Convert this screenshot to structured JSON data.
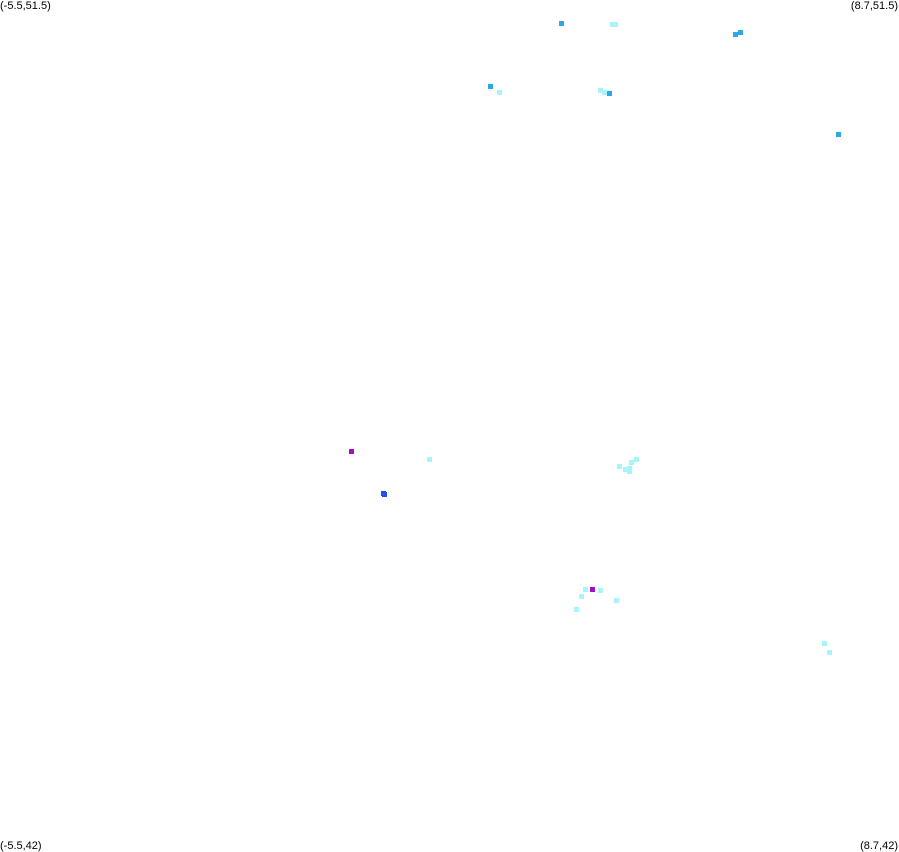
{
  "corners": {
    "top_left": "(-5.5,51.5)",
    "top_right": "(8.7,51.5)",
    "bottom_left": "(-5.5,42)",
    "bottom_right": "(8.7,42)"
  },
  "bounds": {
    "lon_min": -5.5,
    "lon_max": 8.7,
    "lat_min": 42,
    "lat_max": 51.5
  },
  "colors": {
    "light_cyan": "#a8f4fb",
    "sky_blue": "#2aa9ea",
    "royal_blue": "#1f4ff0",
    "purple": "#9b10c8"
  },
  "points": [
    {
      "lon": 3.37,
      "lat": 51.24,
      "color": "sky_blue"
    },
    {
      "lon": 4.17,
      "lat": 51.23,
      "color": "light_cyan"
    },
    {
      "lon": 4.22,
      "lat": 51.23,
      "color": "light_cyan"
    },
    {
      "lon": 6.12,
      "lat": 51.12,
      "color": "sky_blue"
    },
    {
      "lon": 6.19,
      "lat": 51.14,
      "color": "sky_blue"
    },
    {
      "lon": 2.24,
      "lat": 50.53,
      "color": "sky_blue"
    },
    {
      "lon": 2.39,
      "lat": 50.47,
      "color": "light_cyan"
    },
    {
      "lon": 3.98,
      "lat": 50.49,
      "color": "light_cyan"
    },
    {
      "lon": 4.05,
      "lat": 50.47,
      "color": "light_cyan"
    },
    {
      "lon": 4.12,
      "lat": 50.46,
      "color": "sky_blue"
    },
    {
      "lon": 7.75,
      "lat": 50.0,
      "color": "sky_blue"
    },
    {
      "lon": 0.05,
      "lat": 46.47,
      "color": "purple"
    },
    {
      "lon": 1.28,
      "lat": 46.38,
      "color": "light_cyan"
    },
    {
      "lon": 4.28,
      "lat": 46.3,
      "color": "light_cyan"
    },
    {
      "lon": 4.38,
      "lat": 46.27,
      "color": "light_cyan"
    },
    {
      "lon": 4.44,
      "lat": 46.28,
      "color": "light_cyan"
    },
    {
      "lon": 4.48,
      "lat": 46.34,
      "color": "light_cyan"
    },
    {
      "lon": 4.55,
      "lat": 46.38,
      "color": "light_cyan"
    },
    {
      "lon": 4.45,
      "lat": 46.24,
      "color": "light_cyan"
    },
    {
      "lon": 0.55,
      "lat": 46.0,
      "color": "royal_blue"
    },
    {
      "lon": 0.58,
      "lat": 45.99,
      "color": "royal_blue"
    },
    {
      "lon": 3.75,
      "lat": 44.93,
      "color": "light_cyan"
    },
    {
      "lon": 3.86,
      "lat": 44.93,
      "color": "purple"
    },
    {
      "lon": 3.98,
      "lat": 44.92,
      "color": "light_cyan"
    },
    {
      "lon": 3.68,
      "lat": 44.85,
      "color": "light_cyan"
    },
    {
      "lon": 4.23,
      "lat": 44.8,
      "color": "light_cyan"
    },
    {
      "lon": 3.6,
      "lat": 44.7,
      "color": "light_cyan"
    },
    {
      "lon": 7.53,
      "lat": 44.32,
      "color": "light_cyan"
    },
    {
      "lon": 7.6,
      "lat": 44.22,
      "color": "light_cyan"
    }
  ]
}
